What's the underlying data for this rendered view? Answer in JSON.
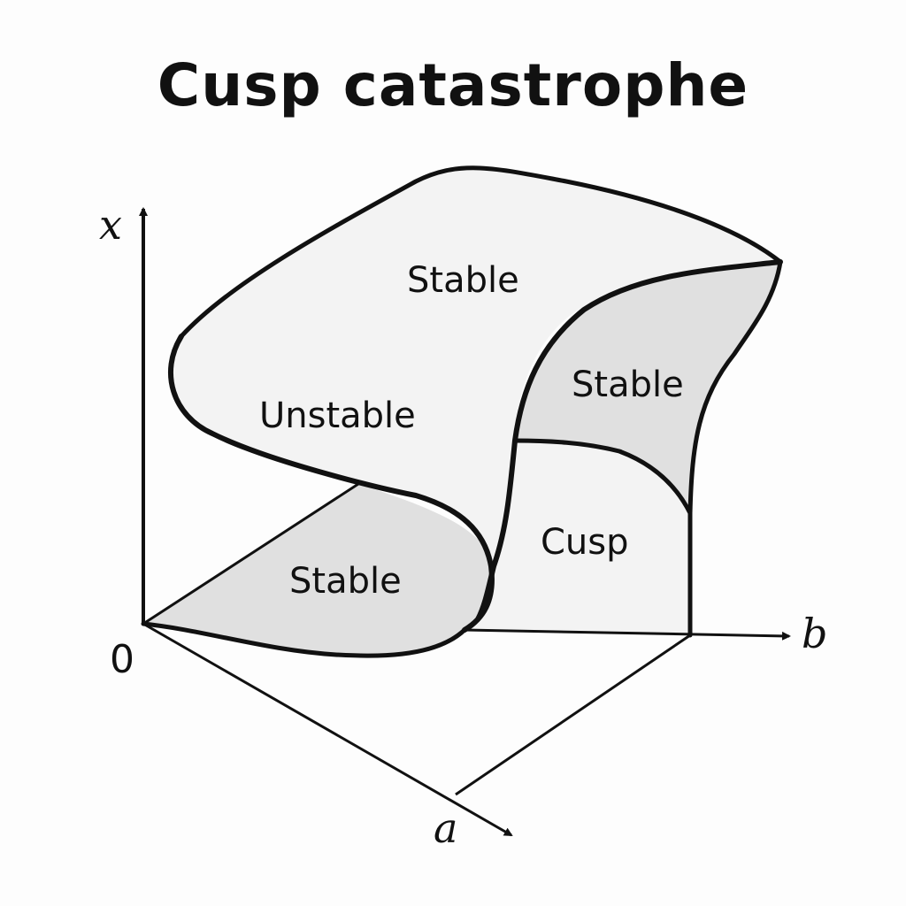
{
  "title": "Cusp catastrophe",
  "colors": {
    "surface_light": "#f3f3f3",
    "surface_shaded": "#e0e0e0",
    "stroke": "#111111",
    "background": "#fdfdfd"
  },
  "axes": {
    "x_label": "x",
    "b_label": "b",
    "a_label": "a",
    "origin_label": "0"
  },
  "regions": {
    "upper_stable": "Stable",
    "unstable": "Unstable",
    "right_stable": "Stable",
    "lower_stable": "Stable",
    "cusp": "Cusp"
  }
}
